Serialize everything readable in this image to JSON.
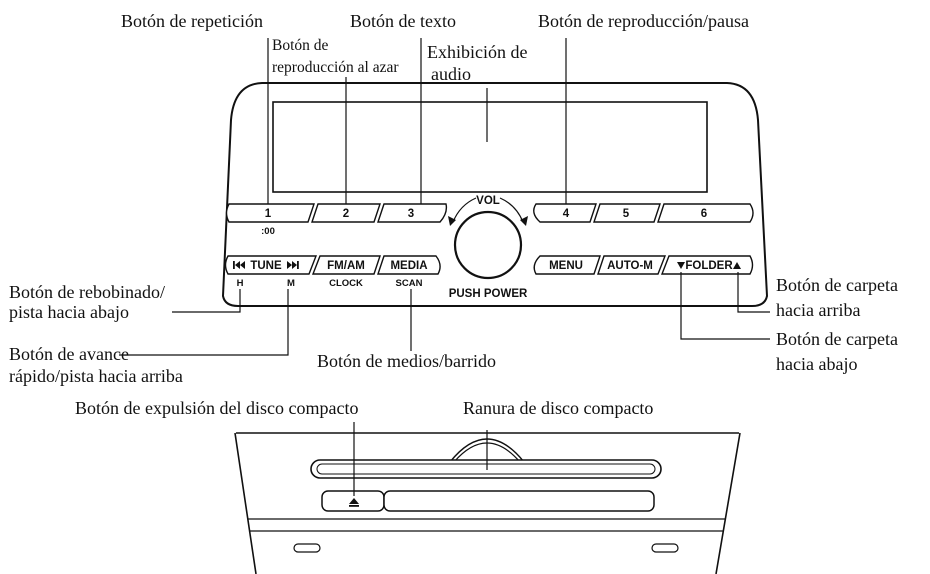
{
  "callouts": {
    "repeat": "Botón de repetición",
    "shuffle_1": "Botón de",
    "shuffle_2": "reproducción al azar",
    "text": "Botón de texto",
    "display_1": "Exhibición de",
    "display_2": "audio",
    "play_pause": "Botón de reproducción/pausa",
    "rewind_1": "Botón de rebobinado/",
    "rewind_2": "pista hacia abajo",
    "ffwd_1": "Botón de avance",
    "ffwd_2": "rápido/pista hacia arriba",
    "media_scan": "Botón de medios/barrido",
    "folder_up_1": "Botón de carpeta",
    "folder_up_2": "hacia arriba",
    "folder_down_1": "Botón de carpeta",
    "folder_down_2": "hacia abajo",
    "eject": "Botón de expulsión del disco compacto",
    "slot": "Ranura de disco compacto"
  },
  "unit": {
    "preset_1": "1",
    "preset_2": "2",
    "preset_3": "3",
    "preset_4": "4",
    "preset_5": "5",
    "preset_6": "6",
    "preset_1_sub": ":00",
    "vol": "VOL",
    "push_power": "PUSH POWER",
    "tune": "TUNE",
    "tune_left_sub": "H",
    "tune_right_sub": "M",
    "fmam": "FM/AM",
    "fmam_sub": "CLOCK",
    "media": "MEDIA",
    "media_sub": "SCAN",
    "menu": "MENU",
    "autom": "AUTO-M",
    "folder": "FOLDER"
  },
  "icons": {
    "prev_track": "skip-back-icon",
    "next_track": "skip-forward-icon",
    "folder_down": "triangle-down-icon",
    "folder_up": "triangle-up-icon",
    "eject": "eject-icon"
  }
}
